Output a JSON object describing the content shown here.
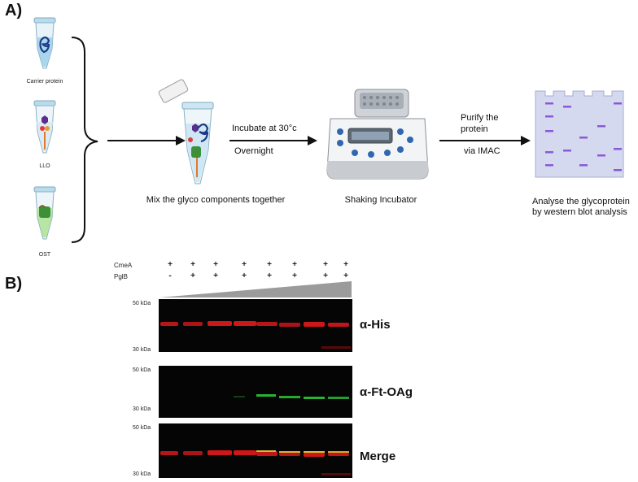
{
  "panel_a": {
    "label": "A)",
    "tubes": [
      {
        "label": "Carrier protein"
      },
      {
        "label": "LLO"
      },
      {
        "label": "OST"
      }
    ],
    "mix_caption": "Mix the glyco components together",
    "incubate_line1": "Incubate at 30°c",
    "incubate_line2": "Overnight",
    "incubator_caption": "Shaking Incubator",
    "purify_line1": "Purify the",
    "purify_line2": "protein",
    "purify_line3": "via IMAC",
    "analyse_line1": "Analyse the glycoprotein",
    "analyse_line2": "by western blot analysis"
  },
  "panel_b": {
    "label": "B)",
    "row1_label": "CmeA",
    "row2_label": "PglB",
    "cmea_signs": [
      "+",
      "+",
      "+",
      "+",
      "+",
      "+",
      "+",
      "+"
    ],
    "pglb_signs": [
      "-",
      "+",
      "+",
      "+",
      "+",
      "+",
      "+",
      "+"
    ],
    "blots": [
      {
        "label": "α-His",
        "top_marker": "50 kDa",
        "bottom_marker": "30 kDa"
      },
      {
        "label": "α-Ft-OAg",
        "top_marker": "50 kDa",
        "bottom_marker": "30 kDa"
      },
      {
        "label": "Merge",
        "top_marker": "50 kDa",
        "bottom_marker": "30 kDa"
      }
    ]
  },
  "colors": {
    "his_band": "#e3191c",
    "oag_band": "#2fd23a",
    "merge_band": "#e8d530",
    "gel": "#d5d9f0",
    "gel_band": "#8a5ad6"
  }
}
